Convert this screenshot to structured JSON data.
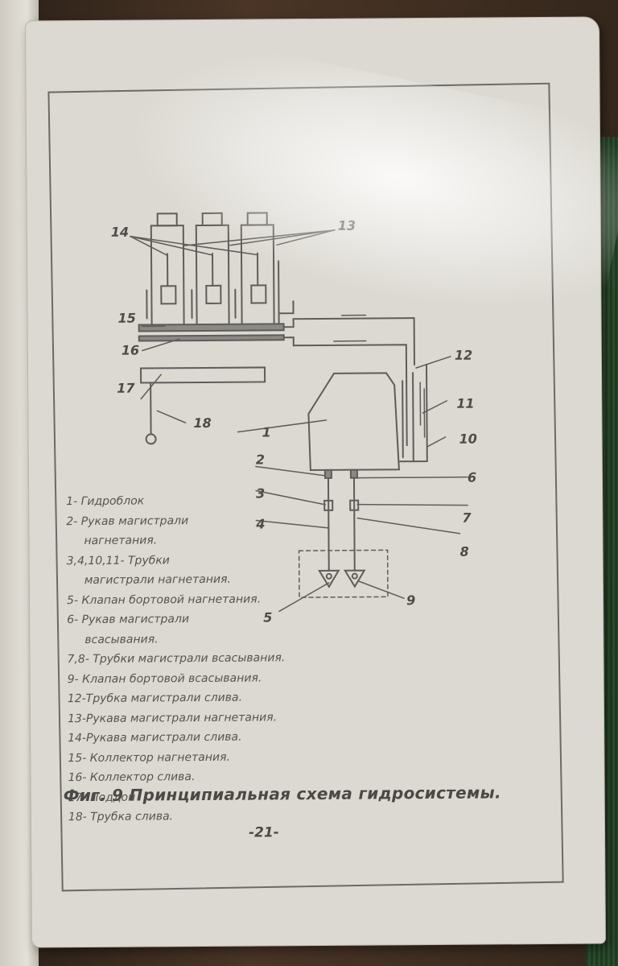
{
  "diagram": {
    "callouts": {
      "c1": "1",
      "c2": "2",
      "c3": "3",
      "c4": "4",
      "c5": "5",
      "c6": "6",
      "c7": "7",
      "c8": "8",
      "c9": "9",
      "c10": "10",
      "c11": "11",
      "c12": "12",
      "c13": "13",
      "c14": "14",
      "c15": "15",
      "c16": "16",
      "c17": "17",
      "c18": "18"
    }
  },
  "legend": [
    {
      "text": "1- Гидроблок"
    },
    {
      "text": "2- Рукав магистрали"
    },
    {
      "text": "нагнетания.",
      "continuation": true
    },
    {
      "text": "3,4,10,11- Трубки"
    },
    {
      "text": "магистрали нагнетания.",
      "continuation": true
    },
    {
      "text": "5- Клапан бортовой нагнетания."
    },
    {
      "text": "6- Рукав магистрали"
    },
    {
      "text": "всасывания.",
      "continuation": true
    },
    {
      "text": "7,8- Трубки магистрали всасывания."
    },
    {
      "text": "9- Клапан бортовой всасывания."
    },
    {
      "text": "12-Трубка магистрали слива."
    },
    {
      "text": "13-Рукава магистрали нагнетания."
    },
    {
      "text": "14-Рукава магистрали слива."
    },
    {
      "text": "15- Коллектор нагнетания."
    },
    {
      "text": "16- Коллектор слива."
    },
    {
      "text": "17- Поддон"
    },
    {
      "text": "18- Трубка слива."
    }
  ],
  "caption": "Фиг. 9 Принципиальная схема гидросистемы.",
  "page_number": "-21-",
  "colors": {
    "ink": "#5a5955",
    "paper": "#dcd9d2"
  }
}
